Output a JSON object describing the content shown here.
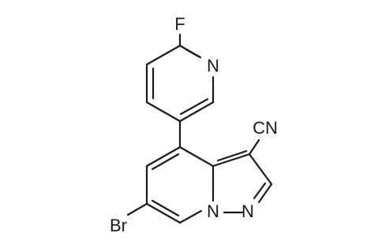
{
  "molecule": {
    "atom_labels": {
      "fluorine": "F",
      "pyridine_nitrogen": "N",
      "nitrile": "CN",
      "bromine": "Br",
      "bridgehead_nitrogen": "N",
      "pyrazole_nitrogen": "N"
    },
    "colors": {
      "bond": "#1a1a1a",
      "label": "#1a1a1a",
      "background": "#ffffff"
    }
  }
}
